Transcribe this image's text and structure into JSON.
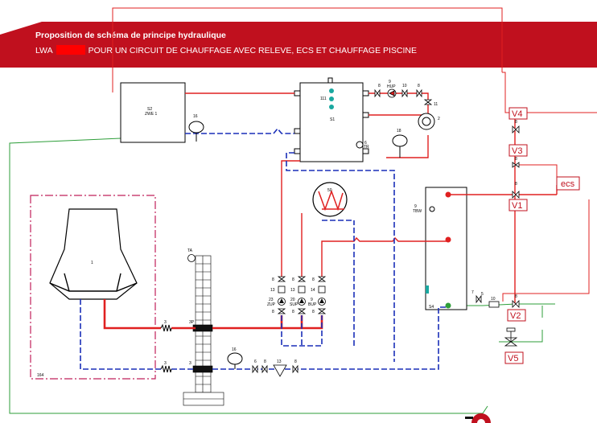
{
  "banner": {
    "title": "Proposition de schéma de principe hydraulique",
    "subtitle_prefix": "LWA",
    "subtitle_text": "POUR UN CIRCUIT DE CHAUFFAGE AVEC RELEVE, ECS ET CHAUFFAGE PISCINE"
  },
  "labels": {
    "zwe": "S2\nZWE 1",
    "unit_1": "1",
    "unit_164": "164",
    "tank_s1": "S1",
    "tank_111": "111",
    "tank_tr": "TR",
    "tank_num_6": "6",
    "pool_50": "50",
    "pump_hup": "HUP",
    "pump_zup": "ZUP",
    "pump_bup": "BUP",
    "pump_sup": "SUP",
    "num_16": "16",
    "num_18": "18",
    "num_13": "13",
    "num_23": "23",
    "num_20": "20",
    "num_3": "3",
    "num_9": "9",
    "num_8": "8",
    "num_10": "10",
    "num_11": "11",
    "num_2": "2",
    "num_6a": "6",
    "num_7": "7",
    "num_14": "14",
    "num_8b": "8",
    "num_5": "5",
    "tbw": "TBW",
    "ecs_s4": "S4",
    "ta": "TA",
    "p3p": "3P",
    "p3": "3"
  },
  "valves": {
    "v1": "V1",
    "v2": "V2",
    "v3": "V3",
    "v4": "V4",
    "v5": "V5",
    "ecs": "ecs"
  },
  "colors": {
    "brand_red": "#c0101e",
    "pipe_red": "#e02020",
    "pipe_blue": "#1a2fb8",
    "pipe_green": "#2e9e3a",
    "teal": "#1aa8a0"
  }
}
